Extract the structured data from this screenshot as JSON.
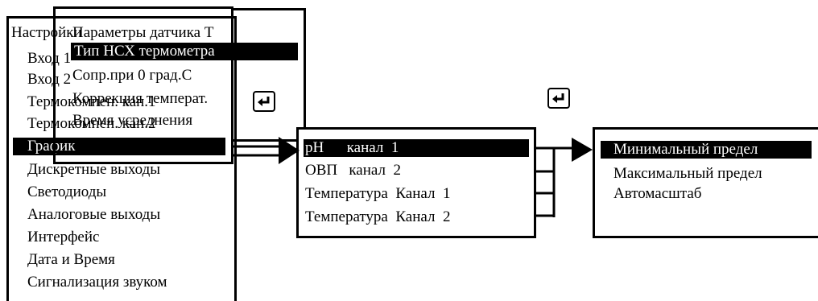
{
  "main_menu": {
    "title": "Настройки",
    "items": [
      "Вход 1",
      "Вход 2",
      "Термокомпен. кан.1",
      "Термокомпен. кан.2",
      "График",
      "Дискретные выходы",
      "Светодиоды",
      "Аналоговые выходы",
      "Интерфейс",
      "Дата и Время",
      "Сигнализация звуком"
    ],
    "selected": "График"
  },
  "sensor_menu": {
    "title": "Параметры датчика Т",
    "items": [
      "Тип НСХ термометра",
      "Сопр.при 0 град.С",
      "Коррекция температ.",
      "Время усреднения"
    ],
    "selected": "Тип НСХ термометра"
  },
  "channel_menu": {
    "items": [
      "pH      канал  1",
      "ОВП   канал  2",
      "Температура  Канал  1",
      "Температура  Канал  2"
    ],
    "selected": "pH      канал  1"
  },
  "limit_menu": {
    "items": [
      "Минимальный предел",
      "Максимальный предел",
      "Автомасштаб"
    ],
    "selected": "Минимальный предел"
  },
  "icons": [
    "enter-key-icon",
    "enter-key-icon",
    "arrow-right-icon",
    "arrow-right-icon"
  ]
}
